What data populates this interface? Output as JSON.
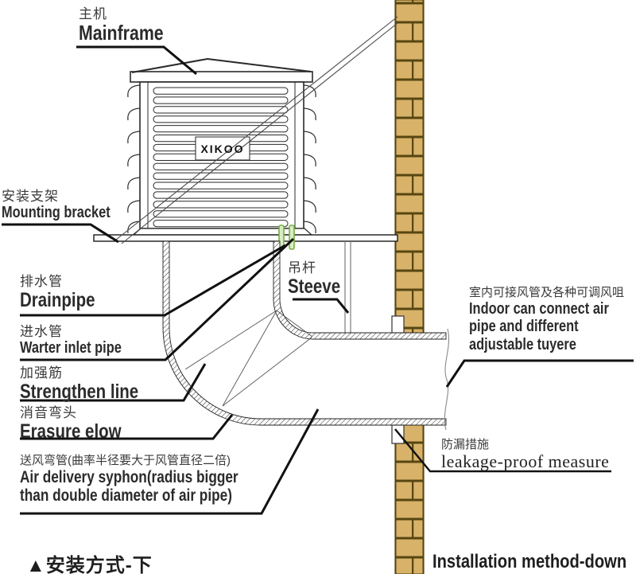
{
  "diagram": {
    "brand_logo": "XIKOO",
    "labels": {
      "mainframe": {
        "cn": "主机",
        "en": "Mainframe"
      },
      "mounting": {
        "cn": "安装支架",
        "en": "Mounting bracket"
      },
      "drain": {
        "cn": "排水管",
        "en": "Drainpipe"
      },
      "water": {
        "cn": "进水管",
        "en": "Warter inlet pipe"
      },
      "strengthen": {
        "cn": "加强筋",
        "en": "Strengthen line"
      },
      "erasure": {
        "cn": "消音弯头",
        "en": "Erasure elow"
      },
      "syphon": {
        "cn": "送风弯管(曲率半径要大于风管直径二倍)",
        "en": [
          "Air delivery syphon(radius bigger",
          "than double diameter of air pipe)"
        ]
      },
      "steeve": {
        "cn": "吊杆",
        "en": "Steeve"
      },
      "indoor": {
        "cn": "室内可接风管及各种可调风咀",
        "en": [
          "Indoor can connect air",
          "pipe and different",
          "adjustable tuyere"
        ]
      },
      "leakage": {
        "cn": "防漏措施",
        "en": "leakage-proof measure"
      }
    },
    "caption": {
      "cn": "▲安装方式-下",
      "en": "Installation method-down"
    },
    "colors": {
      "brick_fill": "#d8b269",
      "brick_mortar": "#574611",
      "pipe_green_stroke": "#76b043",
      "pipe_green_fill": "#d9edc3",
      "line": "#1b1b1b"
    }
  }
}
